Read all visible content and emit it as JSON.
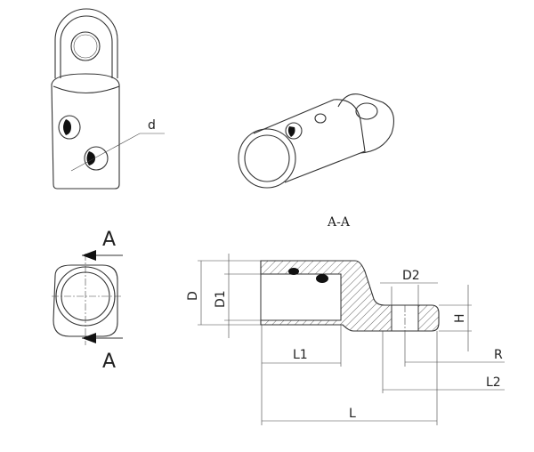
{
  "section_title": "A-A",
  "labels": {
    "d": "d",
    "section_mark_top": "A",
    "section_mark_bottom": "A",
    "D": "D",
    "D1": "D1",
    "D2": "D2",
    "H": "H",
    "L1": "L1",
    "L": "L",
    "L2": "L2",
    "R": "R"
  }
}
